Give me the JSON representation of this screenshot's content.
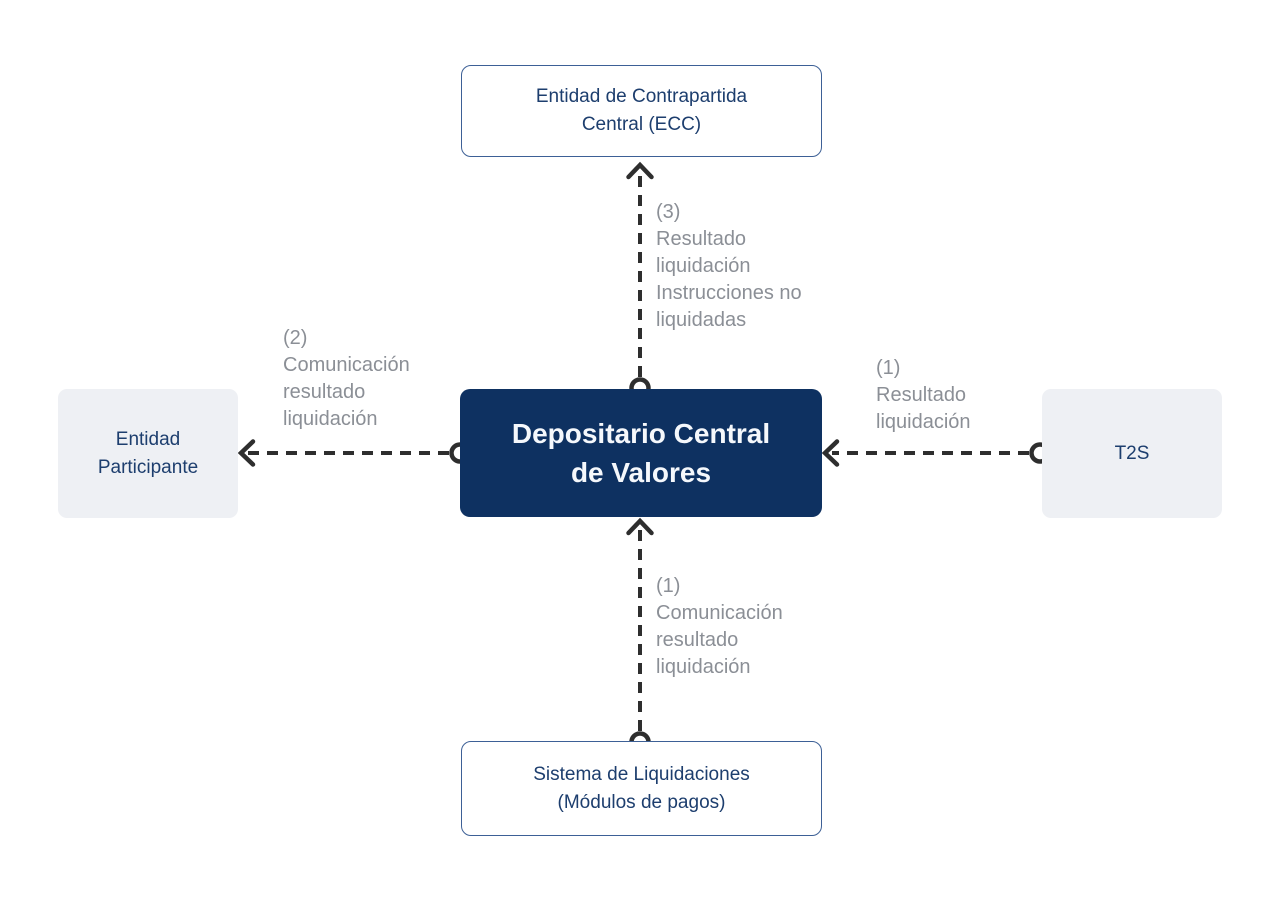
{
  "nodes": {
    "center": {
      "label": "Depositario Central\nde Valores"
    },
    "top": {
      "label": "Entidad de Contrapartida\nCentral (ECC)"
    },
    "left": {
      "label": "Entidad\nParticipante"
    },
    "right": {
      "label": "T2S"
    },
    "bottom": {
      "label": "Sistema de Liquidaciones\n(Módulos de pagos)"
    }
  },
  "edges": {
    "center_to_top": {
      "from": "Depositario Central de Valores",
      "to": "Entidad de Contrapartida Central (ECC)",
      "label": "(3)\nResultado\nliquidación\nInstrucciones no\nliquidadas"
    },
    "center_to_left": {
      "from": "Depositario Central de Valores",
      "to": "Entidad Participante",
      "label": "(2)\nComunicación\nresultado\nliquidación"
    },
    "right_to_center": {
      "from": "T2S",
      "to": "Depositario Central de Valores",
      "label": "(1)\nResultado\nliquidación"
    },
    "bottom_to_center": {
      "from": "Sistema de Liquidaciones (Módulos de pagos)",
      "to": "Depositario Central de Valores",
      "label": "(1)\nComunicación\nresultado\nliquidación"
    }
  },
  "colors": {
    "background": "#ffffff",
    "center_node_bg": "#0e3161",
    "center_node_text": "#f5f8fc",
    "node_text": "#1d3e6e",
    "outlined_node_border": "#3d6096",
    "filled_node_bg": "#eef0f4",
    "edge_label_text": "#8b8f96",
    "connector": "#2e2e2e"
  }
}
